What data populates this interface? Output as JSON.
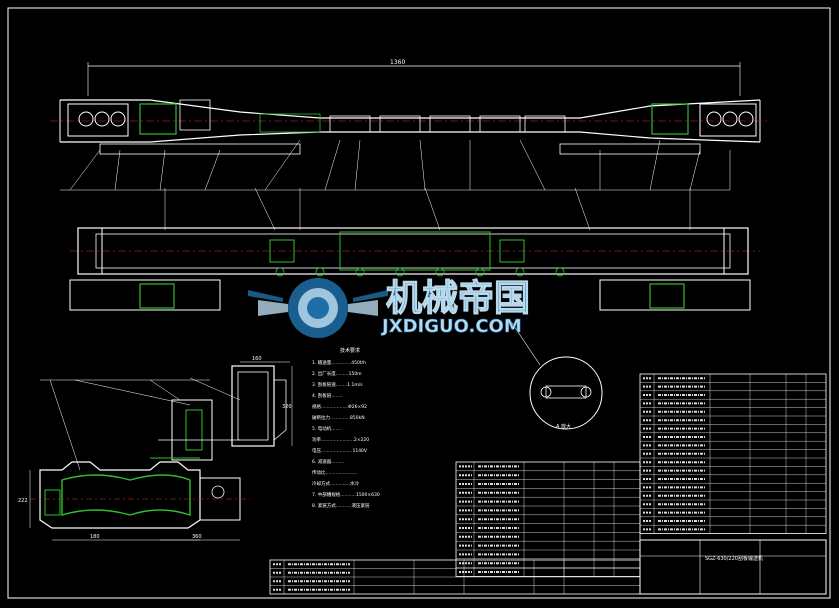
{
  "drawing": {
    "overall_length": "1360",
    "title_block_name": "SGZ-630/220刮板输送机",
    "detail_label": "A 放大",
    "tech_requirements_title": "技术要求"
  },
  "tech_notes": [
    "1. 输送量..............450t/h",
    "2. 出厂长度.........150m",
    "3. 刮板链速........1.1m/s",
    "4. 刮板链........",
    "   规格...................Φ26×92",
    "   破断拉力..............850kN",
    "5. 电动机.......",
    "   功率.......................2×220",
    "   电压......................1140V",
    "6. 减速器.........",
    "   传动比......................",
    "   冷却方式..............水冷",
    "7. 中部槽规格...........1500×630",
    "8. 紧链方式...........液压紧链"
  ],
  "dimensions": {
    "section_height": "222",
    "section_width": "180",
    "bracket_top": "160",
    "bracket_side": "320",
    "bottom_1": "360"
  },
  "watermark": {
    "cn": "机械帝国",
    "en": "JXDIGUO.COM"
  },
  "colors": {
    "bg": "#000000",
    "line": "#ffffff",
    "green": "#2fbf2f",
    "red": "#d23030",
    "magenta": "#c040c0",
    "yellow": "#d8d820",
    "wm_blue": "#1e6fa8",
    "wm_light": "#b8d8ec"
  }
}
